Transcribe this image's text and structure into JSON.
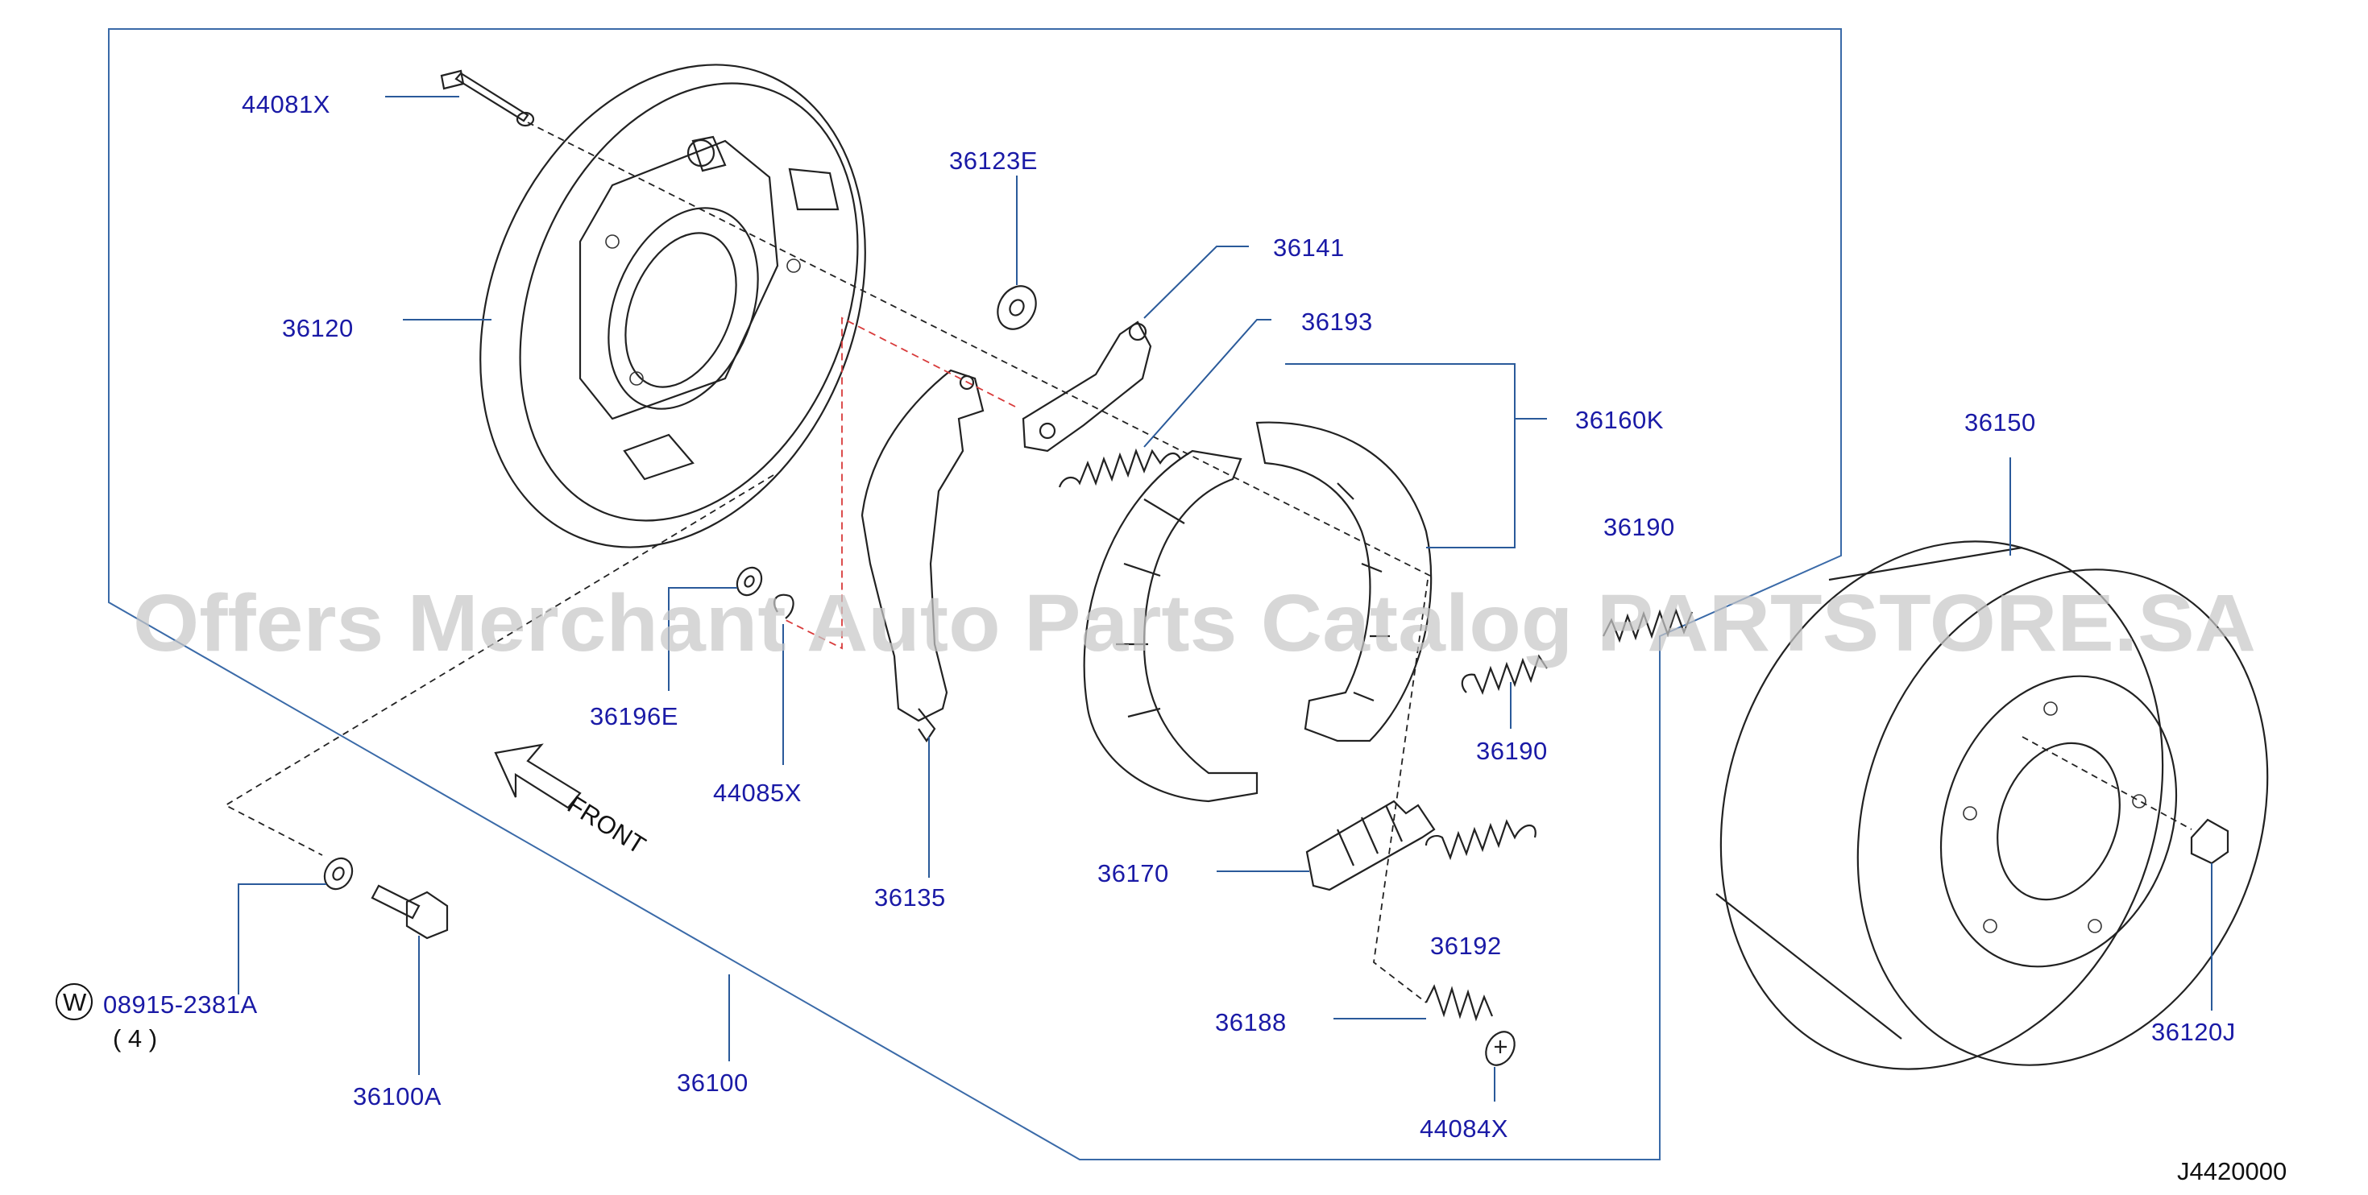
{
  "diagram": {
    "watermark": "Offers Merchant Auto Parts Catalog PARTSTORE.SA",
    "code": "J4420000",
    "front_label": "FRONT",
    "circle_letter": "W",
    "accent_color": "#1a1aa6",
    "line_color": "#3a6aa8",
    "parts": {
      "p44081x": "44081X",
      "p36120": "36120",
      "p36123e": "36123E",
      "p36141": "36141",
      "p36193": "36193",
      "p36160k": "36160K",
      "p36150": "36150",
      "p36190a": "36190",
      "p36190b": "36190",
      "p36196e": "36196E",
      "p44085x": "44085X",
      "p36135": "36135",
      "p36170": "36170",
      "p36192": "36192",
      "p36188": "36188",
      "p44084x": "44084X",
      "p36120j": "36120J",
      "p08915": "08915-2381A",
      "qty": "( 4 )",
      "p36100a": "36100A",
      "p36100": "36100"
    }
  }
}
